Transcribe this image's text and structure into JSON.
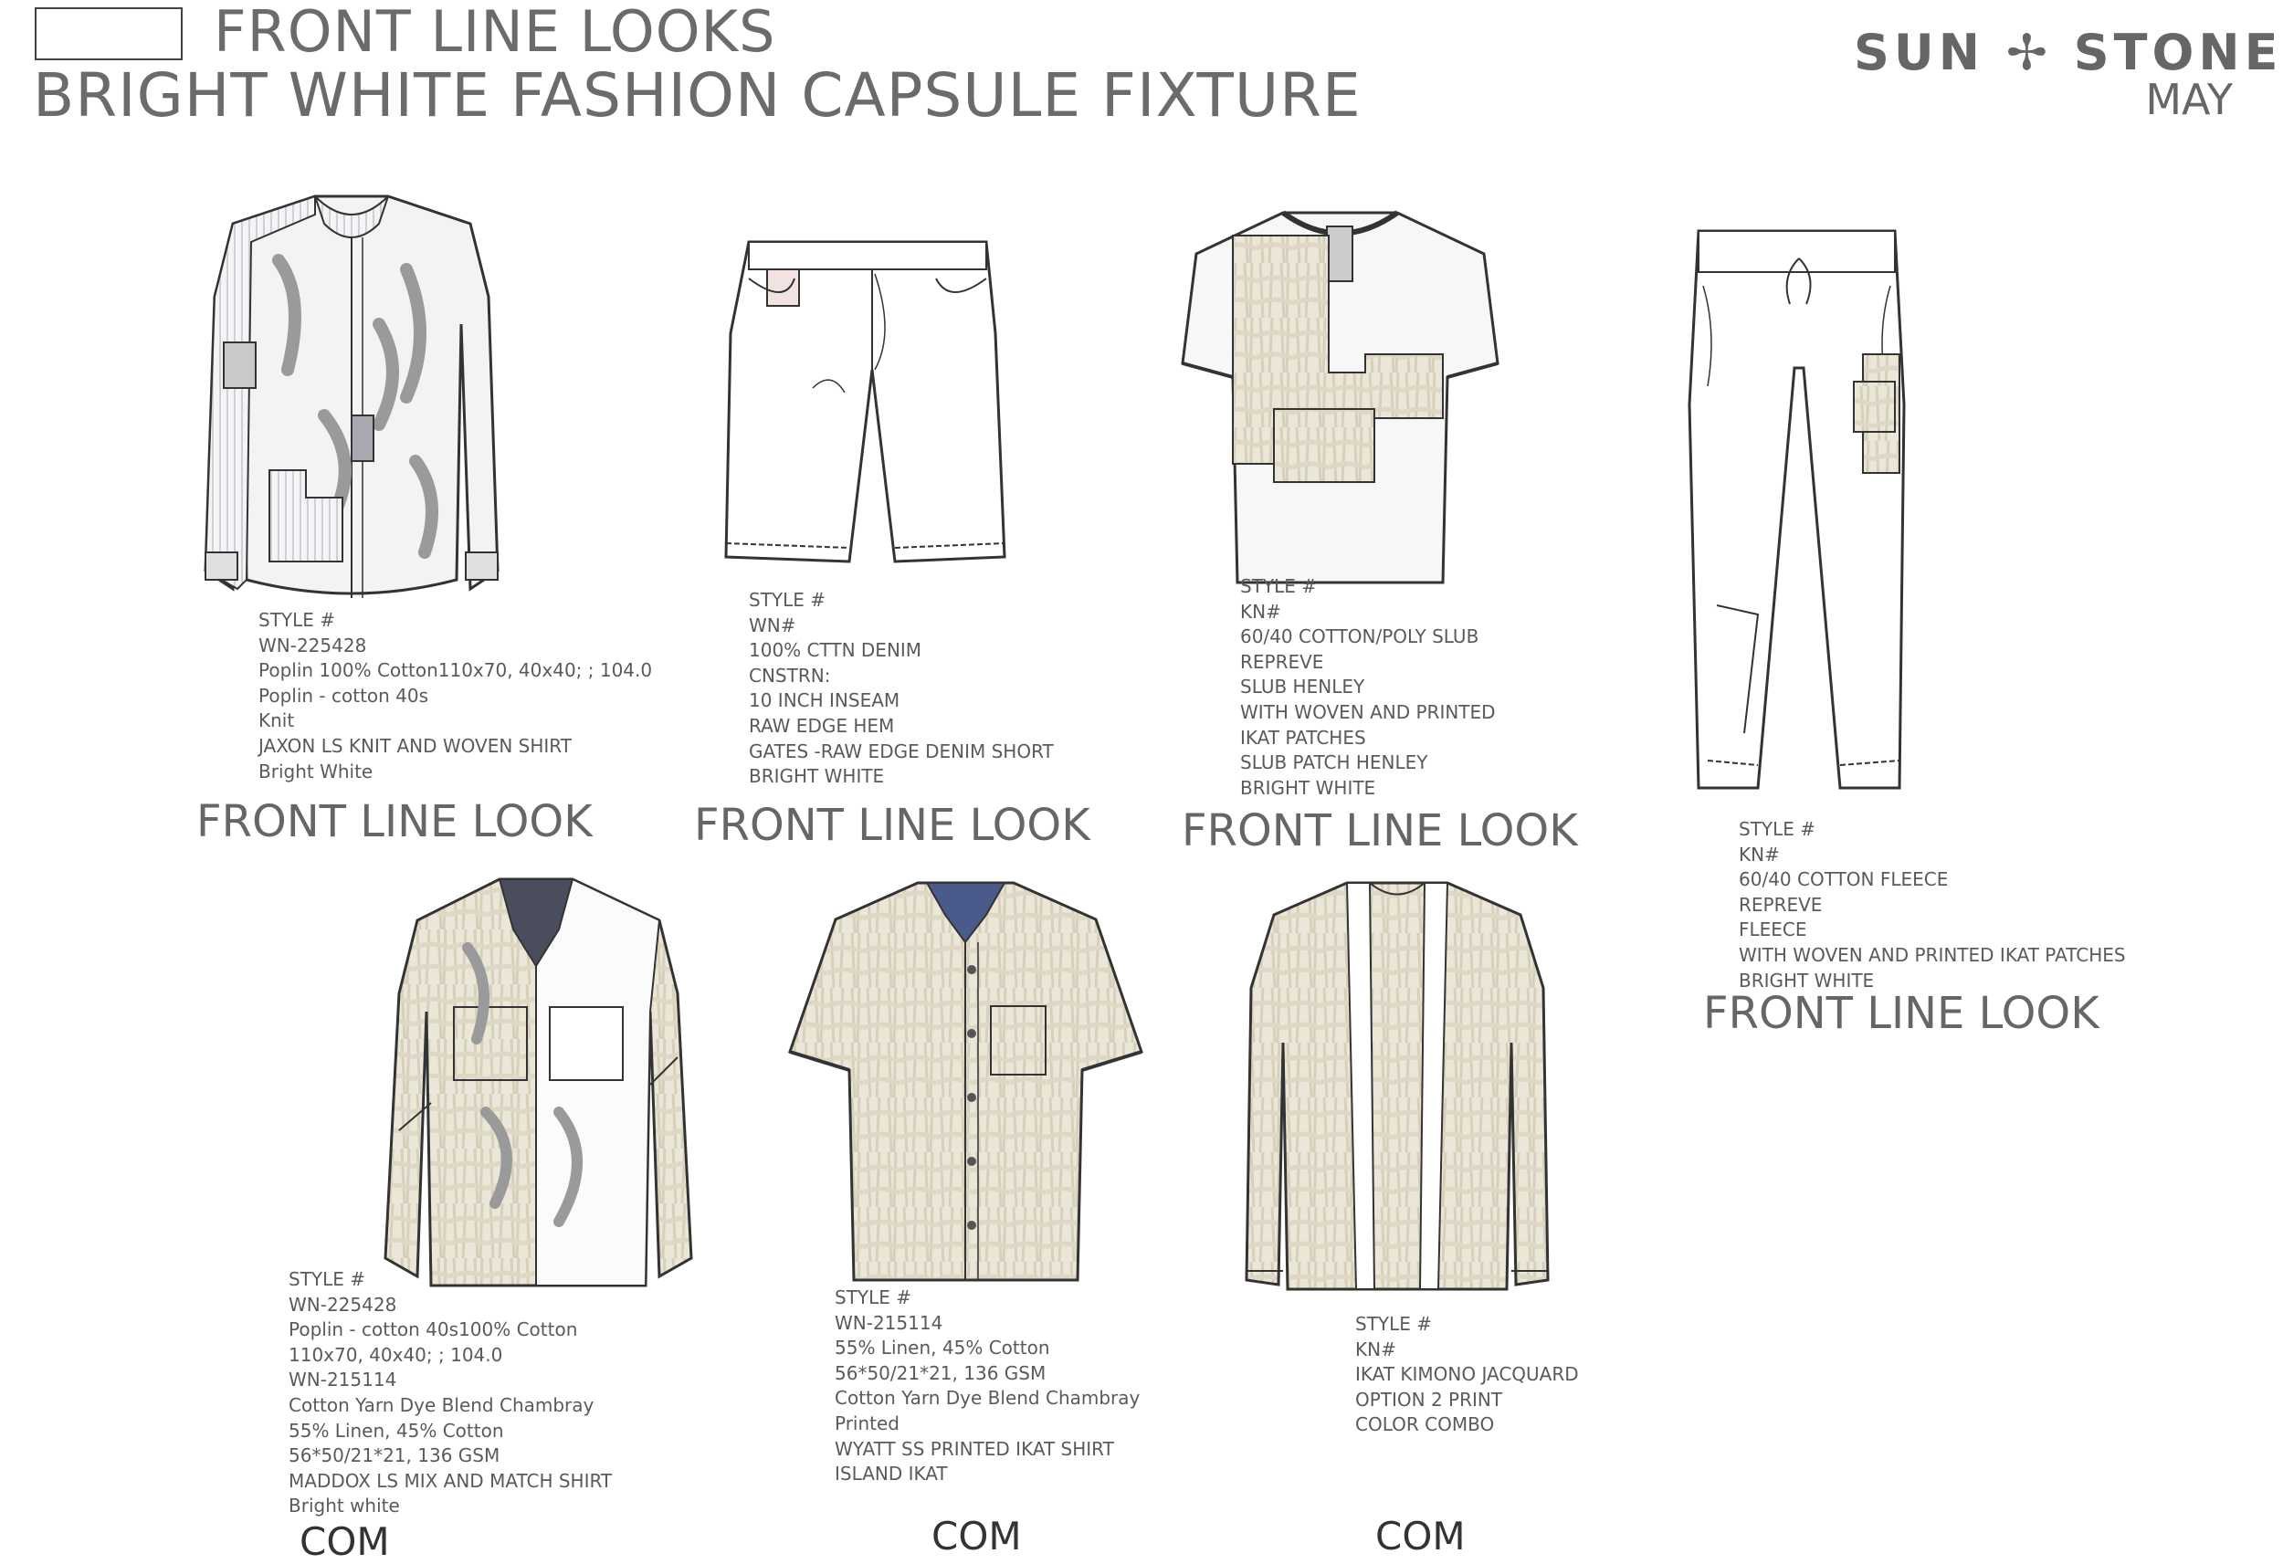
{
  "header": {
    "title_line1": "FRONT LINE LOOKS",
    "title_line2": "BRIGHT WHITE FASHION CAPSULE FIXTURE",
    "brand": "SUN ✢ STONE",
    "month": "MAY"
  },
  "colors": {
    "text": "#666666",
    "outline": "#333333",
    "ikat": "#e9e5d6",
    "fold_shadow": "#9a9a9a"
  },
  "garments": [
    {
      "id": "jaxon-shirt",
      "illustration": "ls-knit-woven-shirt-icon",
      "spec": [
        "STYLE #",
        "WN-225428",
        "Poplin 100% Cotton110x70, 40x40; ; 104.0",
        "Poplin - cotton 40s",
        "Knit",
        "JAXON LS KNIT AND WOVEN SHIRT",
        "Bright White"
      ],
      "label": "FRONT LINE LOOK"
    },
    {
      "id": "gates-short",
      "illustration": "denim-short-icon",
      "spec": [
        "STYLE #",
        "WN#",
        "100% CTTN DENIM",
        "CNSTRN:",
        "10 INCH INSEAM",
        "RAW EDGE HEM",
        "GATES -RAW EDGE DENIM SHORT",
        "BRIGHT WHITE"
      ],
      "label": "FRONT LINE LOOK"
    },
    {
      "id": "slub-henley",
      "illustration": "henley-tee-icon",
      "spec": [
        "STYLE #",
        "KN#",
        "60/40 COTTON/POLY SLUB",
        "REPREVE",
        "SLUB HENLEY",
        "WITH WOVEN AND PRINTED",
        "IKAT PATCHES",
        "SLUB PATCH HENLEY",
        "BRIGHT WHITE"
      ],
      "label": "FRONT LINE LOOK"
    },
    {
      "id": "fleece-jogger",
      "illustration": "jogger-pant-icon",
      "spec": [
        "STYLE #",
        "KN#",
        "60/40 COTTON FLEECE",
        "REPREVE",
        "FLEECE",
        "WITH WOVEN AND PRINTED IKAT PATCHES",
        "BRIGHT WHITE"
      ],
      "label": "FRONT LINE LOOK"
    },
    {
      "id": "maddox-shirt",
      "illustration": "mix-match-shirt-icon",
      "spec": [
        "STYLE #",
        "WN-225428",
        "Poplin - cotton 40s100% Cotton",
        "110x70, 40x40; ; 104.0",
        "WN-215114",
        "Cotton Yarn Dye Blend Chambray",
        "55% Linen, 45% Cotton",
        "56*50/21*21, 136 GSM",
        "MADDOX LS MIX AND MATCH SHIRT",
        "Bright white"
      ],
      "label": "COM"
    },
    {
      "id": "wyatt-shirt",
      "illustration": "ss-ikat-shirt-icon",
      "spec": [
        "STYLE #",
        "WN-215114",
        "55% Linen, 45% Cotton",
        "56*50/21*21, 136 GSM",
        "Cotton Yarn Dye Blend Chambray",
        "Printed",
        "WYATT SS PRINTED IKAT SHIRT",
        "ISLAND IKAT"
      ],
      "label": "COM"
    },
    {
      "id": "ikat-kimono",
      "illustration": "kimono-cardigan-icon",
      "spec": [
        "STYLE #",
        "KN#",
        "IKAT KIMONO JACQUARD",
        "OPTION 2 PRINT",
        "COLOR COMBO"
      ],
      "label": "COM"
    }
  ]
}
